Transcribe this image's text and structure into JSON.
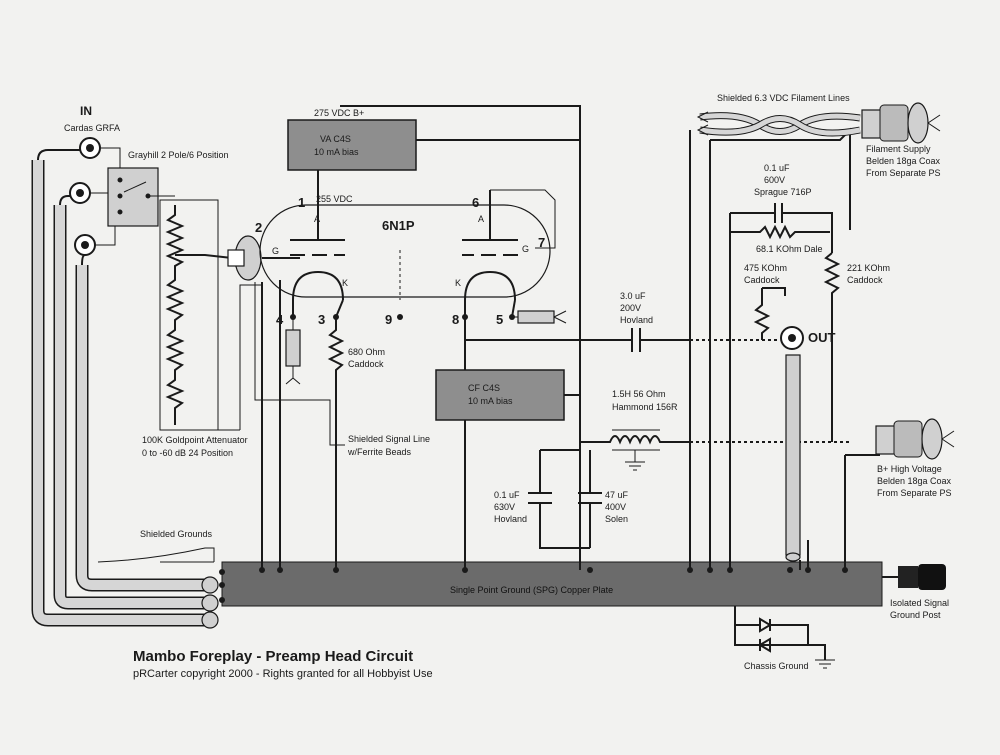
{
  "title": "Mambo Foreplay - Preamp Head Circuit",
  "subtitle": "pRCarter copyright 2000 - Rights granted for all Hobbyist Use",
  "input": {
    "heading": "IN",
    "jack": "Cardas GRFA",
    "switch": "Grayhill 2 Pole/6 Position"
  },
  "attenuator": {
    "line1": "100K Goldpoint Attenuator",
    "line2": "0 to -60 dB 24 Position"
  },
  "signal_line": {
    "line1": "Shielded Signal Line",
    "line2": "w/Ferrite Beads"
  },
  "grounds": {
    "shielded": "Shielded Grounds",
    "plate": "Single Point Ground (SPG) Copper Plate",
    "chassis": "Chassis Ground"
  },
  "tube": {
    "name": "6N1P",
    "pins": [
      "1",
      "2",
      "3",
      "4",
      "5",
      "6",
      "7",
      "8",
      "9"
    ],
    "anode": "A",
    "grid": "G",
    "cathode": "K"
  },
  "b_plus": {
    "label": "275 VDC B+",
    "anode_v": "255 VDC"
  },
  "va_ccs": {
    "line1": "VA C4S",
    "line2": "10 mA bias"
  },
  "cf_ccs": {
    "line1": "CF C4S",
    "line2": "10 mA bias"
  },
  "r_cathode": {
    "line1": "680 Ohm",
    "line2": "Caddock"
  },
  "c_out": {
    "line1": "3.0 uF",
    "line2": "200V",
    "line3": "Hovland"
  },
  "c_fb": {
    "line1": "0.1 uF",
    "line2": "600V",
    "line3": "Sprague 716P"
  },
  "r_fb": "68.1 KOhm Dale",
  "r_out": {
    "line1": "475 KOhm",
    "line2": "Caddock"
  },
  "r_221": {
    "line1": "221 KOhm",
    "line2": "Caddock"
  },
  "out_label": "OUT",
  "choke": {
    "line1": "1.5H 56 Ohm",
    "line2": "Hammond 156R"
  },
  "c_filt1": {
    "line1": "0.1 uF",
    "line2": "630V",
    "line3": "Hovland"
  },
  "c_filt2": {
    "line1": "47 uF",
    "line2": "400V",
    "line3": "Solen"
  },
  "filament": {
    "lines": "Shielded 6.3 VDC Filament Lines",
    "l1": "Filament Supply",
    "l2": "Belden 18ga Coax",
    "l3": "From Separate PS"
  },
  "hv": {
    "l1": "B+ High Voltage",
    "l2": "Belden 18ga Coax",
    "l3": "From Separate PS"
  },
  "ground_post": {
    "l1": "Isolated Signal",
    "l2": "Ground Post"
  },
  "colors": {
    "paper": "#f2f2f0",
    "ink": "#1a1a1a",
    "plate": "#6b6b6b",
    "box": "#8e8e8e"
  }
}
